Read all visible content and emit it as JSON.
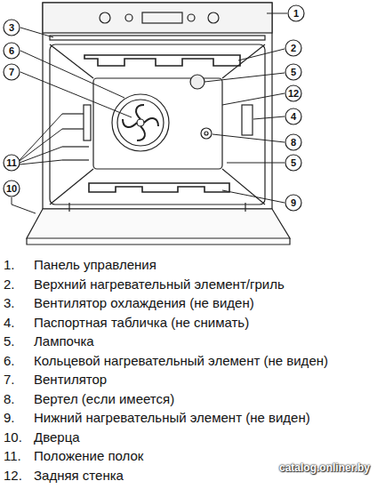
{
  "diagram": {
    "nodes": [
      {
        "text": [
          "1"
        ]
      },
      {
        "text": [
          "3"
        ]
      },
      {
        "text": [
          "6"
        ]
      },
      {
        "text": [
          "2"
        ]
      },
      {
        "text": [
          "7"
        ]
      },
      {
        "text": [
          "5"
        ]
      },
      {
        "text": [
          "12"
        ]
      },
      {
        "text": [
          "4"
        ]
      },
      {
        "text": [
          "8"
        ]
      },
      {
        "text": [
          "11"
        ]
      },
      {
        "text": [
          "5"
        ]
      },
      {
        "text": [
          "10"
        ]
      },
      {
        "text": [
          "9"
        ]
      }
    ],
    "labels": [
      "1.",
      "Панель управления",
      "2.",
      "Верхний нагревательный элемент/гриль",
      "3.",
      "Вентилятор охлаждения (не виден)",
      "4.",
      "Паспортная табличка (не снимать)",
      "5.",
      "Лампочка",
      "6.",
      "Кольцевой нагревательный элемент (не виден)",
      "7.",
      "Вентилятор",
      "8.",
      "Вертел (если имеется)",
      "9.",
      "Нижний нагревательный элемент (не виден)",
      "10.",
      "Дверца",
      "11.",
      "Положение полок",
      "12.",
      "Задняя стенка",
      "catalog.onliner.by"
    ]
  }
}
